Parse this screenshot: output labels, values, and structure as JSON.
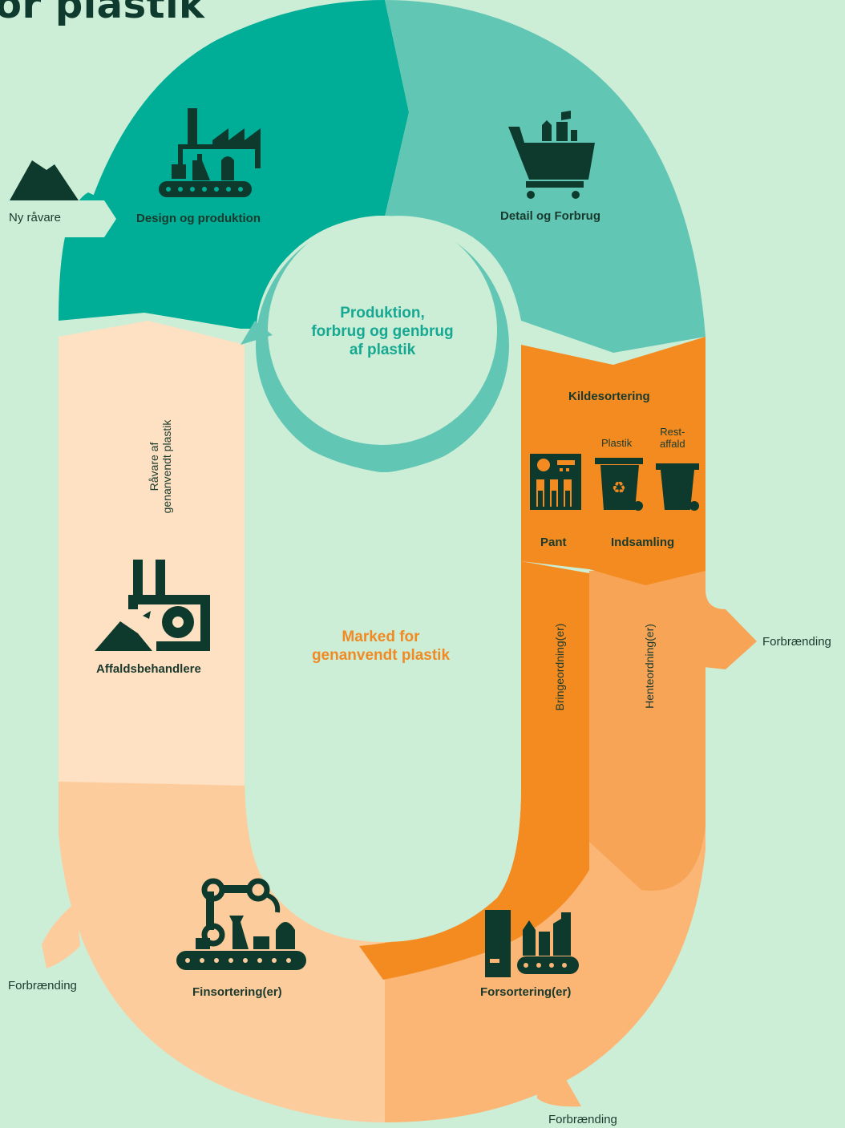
{
  "title_fragment": "or plastik",
  "center": {
    "line1": "Produktion,",
    "line2": "forbrug og genbrug",
    "line3": "af plastik"
  },
  "market": {
    "line1": "Marked for",
    "line2": "genanvendt plastik"
  },
  "inputs": {
    "raw_material": "Ny råvare"
  },
  "stages": {
    "design": "Design og produktion",
    "retail": "Detail og Forbrug",
    "source_sorting": "Kildesortering",
    "deposit": "Pant",
    "collection": "Indsamling",
    "plastic_bin": "Plastik",
    "rest_line1": "Rest-",
    "rest_line2": "affald",
    "waste_handlers": "Affaldsbehandlere",
    "fine_sorting": "Finsortering(er)",
    "pre_sorting": "Forsortering(er)"
  },
  "flows": {
    "recycled_line1": "Råvare af",
    "recycled_line2": "genanvendt plastik",
    "bring_scheme": "Bringeordning(er)",
    "pickup_scheme": "Henteordning(er)"
  },
  "outputs": {
    "incineration_right": "Forbrænding",
    "incineration_left": "Forbrænding",
    "incineration_bottom": "Forbrænding"
  },
  "colors": {
    "background": "#cdeed6",
    "teal_dark": "#00ad96",
    "teal_light": "#62c6b5",
    "orange": "#f38b20",
    "orange_mid": "#f7a457",
    "orange_light": "#fbb574",
    "peach": "#fdcc9d",
    "peach_light": "#fee0c2",
    "icon": "#0d3a2c"
  }
}
